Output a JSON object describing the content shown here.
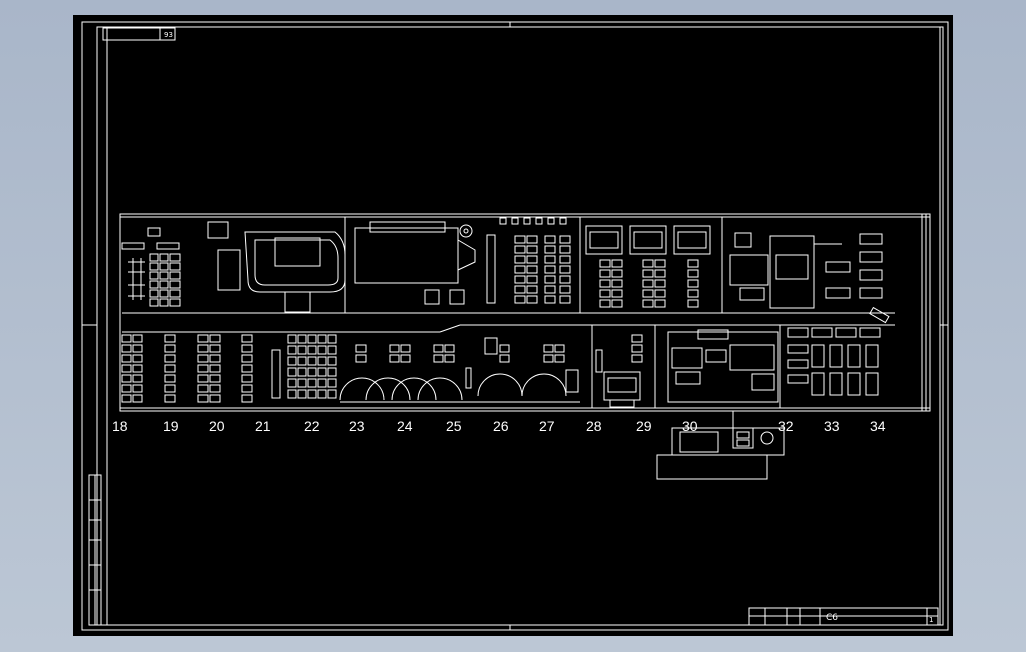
{
  "drawing": {
    "sheet_tag": "93",
    "column_numbers": [
      "18",
      "19",
      "20",
      "21",
      "22",
      "23",
      "24",
      "25",
      "26",
      "27",
      "28",
      "29",
      "30",
      "32",
      "33",
      "34"
    ],
    "title_block": {
      "code": "C6",
      "sheet": "1"
    }
  },
  "colors": {
    "background": "#b2bfd0",
    "canvas": "#000000",
    "lines": "#ffffff"
  }
}
